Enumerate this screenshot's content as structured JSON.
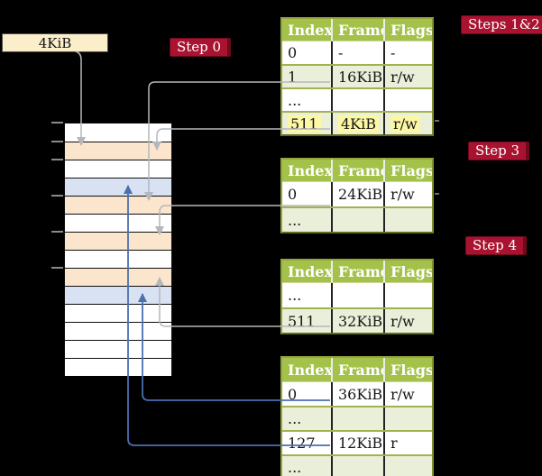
{
  "label_box": {
    "text": "4KiB"
  },
  "badges": [
    {
      "label": "Step 0"
    },
    {
      "label": "Steps 1&2"
    },
    {
      "label": "Step 3"
    },
    {
      "label": "Step 4"
    }
  ],
  "memory": {
    "rows": [
      "free",
      "pagetable",
      "free",
      "mapped",
      "pagetable",
      "free",
      "pagetable",
      "free",
      "pagetable",
      "mapped",
      "free",
      "free",
      "free",
      "free"
    ]
  },
  "tables": [
    {
      "header": [
        "Index",
        "Frame",
        "Flags"
      ],
      "rows": [
        {
          "cells": [
            "0",
            "-",
            "-"
          ]
        },
        {
          "cells": [
            "1",
            "16KiB",
            "r/w"
          ]
        },
        {
          "cells": [
            "...",
            "",
            ""
          ]
        },
        {
          "cells": [
            "511",
            "4KiB",
            "r/w"
          ],
          "highlighted": true
        }
      ]
    },
    {
      "header": [
        "Index",
        "Frame",
        "Flags"
      ],
      "rows": [
        {
          "cells": [
            "0",
            "24KiB",
            "r/w"
          ]
        },
        {
          "cells": [
            "...",
            "",
            ""
          ]
        }
      ]
    },
    {
      "header": [
        "Index",
        "Frame",
        "Flags"
      ],
      "rows": [
        {
          "cells": [
            "...",
            "",
            ""
          ]
        },
        {
          "cells": [
            "511",
            "32KiB",
            "r/w"
          ]
        }
      ]
    },
    {
      "header": [
        "Index",
        "Frame",
        "Flags"
      ],
      "rows": [
        {
          "cells": [
            "0",
            "36KiB",
            "r/w"
          ]
        },
        {
          "cells": [
            "...",
            "",
            ""
          ]
        },
        {
          "cells": [
            "127",
            "12KiB",
            "r"
          ]
        },
        {
          "cells": [
            "...",
            "",
            ""
          ]
        }
      ]
    }
  ],
  "colors": {
    "background": "#000000",
    "table_header_bg": "#a4c24a",
    "table_alt_row": "#eaefd9",
    "page_table_frame": "#fce5cd",
    "mapped_frame": "#d9e2f3",
    "label_box_bg": "#fbeecb",
    "highlight": "#fcf7a5",
    "badge_bg": "#a91330",
    "arrow_gray": "#b4b7bc",
    "arrow_blue": "#4a70b0"
  }
}
